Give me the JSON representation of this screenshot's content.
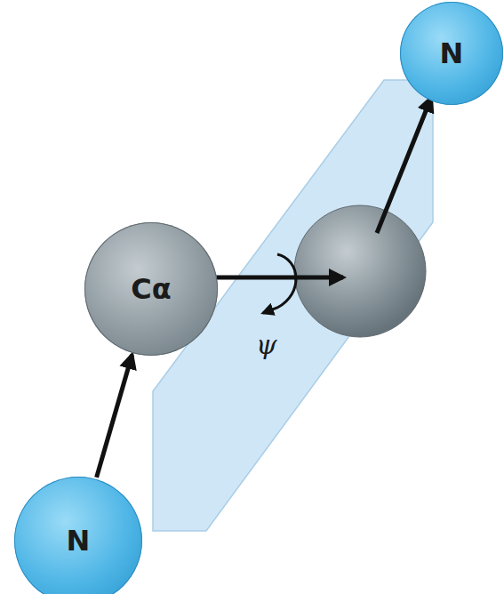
{
  "diagram": {
    "nodes": [
      {
        "text": [
          "N"
        ]
      },
      {
        "text": [
          "Cα"
        ]
      },
      {
        "text": [
          "N"
        ]
      }
    ],
    "edges": [
      {
        "from": 0,
        "to": 1,
        "arrow": "to"
      }
    ],
    "labels": [
      "ψ"
    ]
  }
}
